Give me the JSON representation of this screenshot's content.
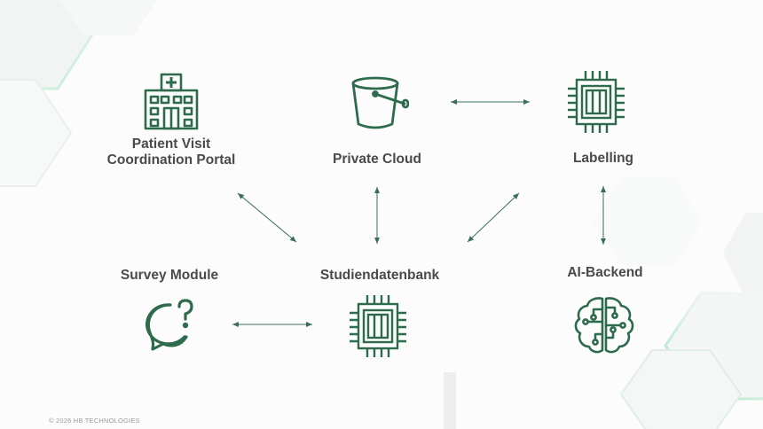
{
  "nodes": {
    "portal": {
      "label_line1": "Patient Visit",
      "label_line2": "Coordination Portal",
      "icon": "hospital-icon"
    },
    "private_cloud": {
      "label": "Private Cloud",
      "icon": "bucket-icon"
    },
    "labelling": {
      "label": "Labelling",
      "icon": "chip-icon"
    },
    "survey": {
      "label": "Survey Module",
      "icon": "chat-question-icon"
    },
    "studiendatenbank": {
      "label": "Studiendatenbank",
      "icon": "chip-icon"
    },
    "ai_backend": {
      "label": "AI-Backend",
      "icon": "brain-circuit-icon"
    }
  },
  "connections": [
    {
      "from": "private_cloud",
      "to": "labelling",
      "bidirectional": true
    },
    {
      "from": "portal",
      "to": "studiendatenbank",
      "bidirectional": true
    },
    {
      "from": "private_cloud",
      "to": "studiendatenbank",
      "bidirectional": true
    },
    {
      "from": "labelling",
      "to": "studiendatenbank",
      "bidirectional": true
    },
    {
      "from": "labelling",
      "to": "ai_backend",
      "bidirectional": true
    },
    {
      "from": "survey",
      "to": "studiendatenbank",
      "bidirectional": true
    }
  ],
  "footer": {
    "copyright": "© 2026 HB TECHNOLOGIES"
  },
  "colors": {
    "icon": "#2e6b4c",
    "arrow": "#3a6e55",
    "label": "#4a4a4a",
    "accent": "#7fcfa8"
  }
}
